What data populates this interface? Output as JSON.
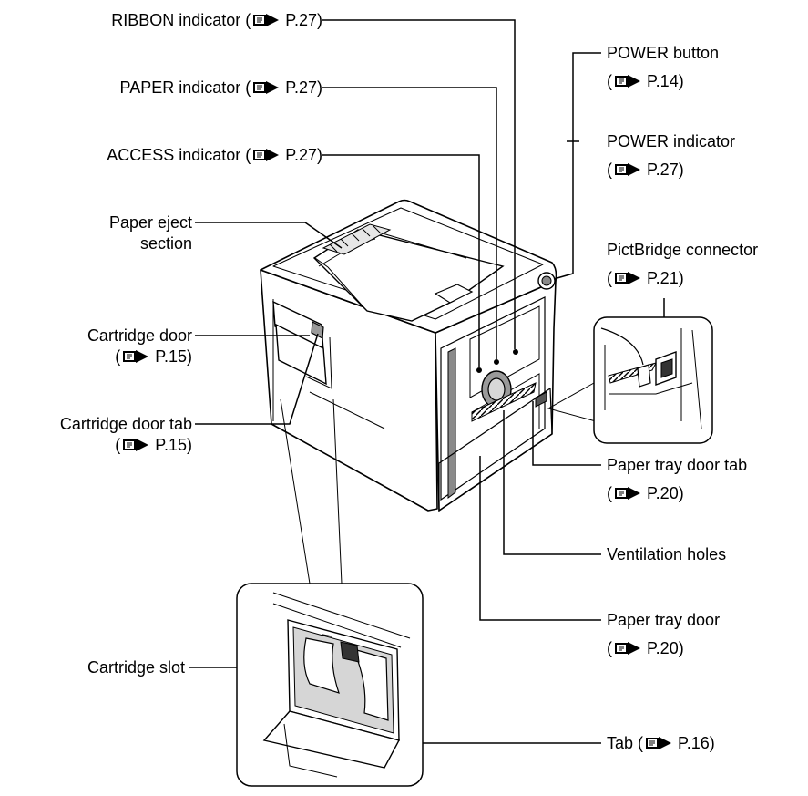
{
  "labels": {
    "ribbon_indicator": {
      "name": "RIBBON indicator",
      "page": "P.27"
    },
    "paper_indicator": {
      "name": "PAPER indicator",
      "page": "P.27"
    },
    "access_indicator": {
      "name": "ACCESS indicator",
      "page": "P.27"
    },
    "paper_eject": {
      "line1": "Paper eject",
      "line2": "section"
    },
    "cartridge_door": {
      "name": "Cartridge door",
      "page": "P.15"
    },
    "cartridge_door_tab": {
      "name": "Cartridge door tab",
      "page": "P.15"
    },
    "cartridge_slot": {
      "name": "Cartridge slot"
    },
    "power_button": {
      "name": "POWER button",
      "page": "P.14"
    },
    "power_indicator": {
      "name": "POWER indicator",
      "page": "P.27"
    },
    "pictbridge_connector": {
      "name": "PictBridge connector",
      "page": "P.21"
    },
    "paper_tray_door_tab": {
      "name": "Paper tray door tab",
      "page": "P.20"
    },
    "ventilation_holes": {
      "name": "Ventilation holes"
    },
    "paper_tray_door": {
      "name": "Paper tray door",
      "page": "P.20"
    },
    "tab": {
      "name": "Tab",
      "page": "P.16"
    }
  },
  "icons": {
    "reference": "pointing-hand-reference-icon"
  },
  "colors": {
    "line": "#000000",
    "body": "#ffffff",
    "shade": "#cccccc",
    "dark": "#6e6e6e"
  }
}
